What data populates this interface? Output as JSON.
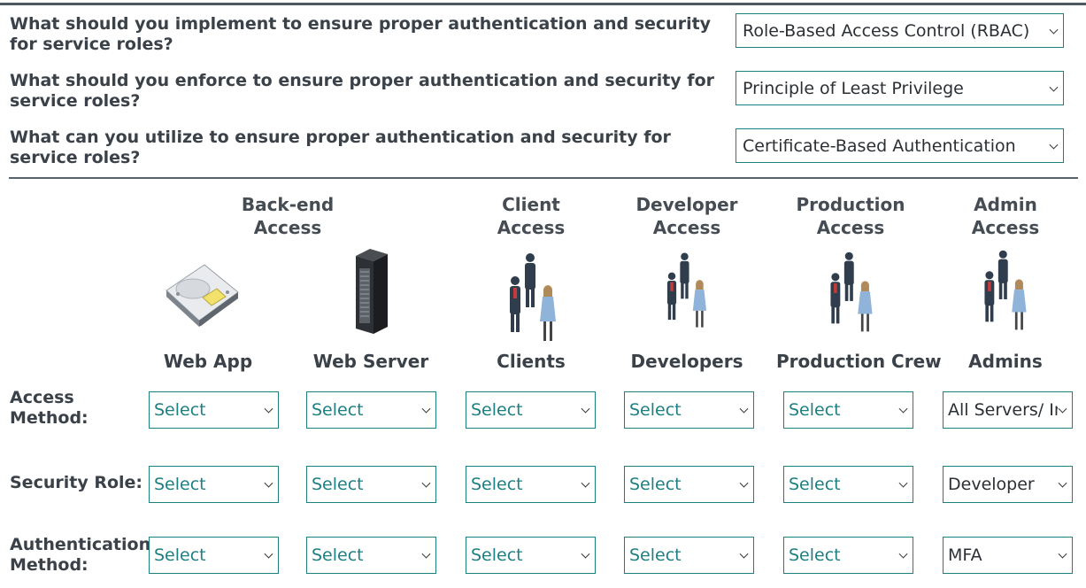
{
  "questions": [
    {
      "text": "What should you implement to ensure proper authentication and security for service roles?",
      "answer": "Role-Based Access Control (RBAC)"
    },
    {
      "text": "What should you enforce to ensure proper authentication and security for service roles?",
      "answer": "Principle of Least Privilege"
    },
    {
      "text": "What can you utilize to ensure proper authentication and security for service roles?",
      "answer": "Certificate-Based Authentication"
    }
  ],
  "column_headers": {
    "backend": "Back-end Access",
    "client": "Client Access",
    "developer": "Developer Access",
    "production": "Production Access",
    "admin": "Admin Access"
  },
  "items": {
    "web_app": "Web App",
    "web_server": "Web Server",
    "clients": "Clients",
    "developers": "Developers",
    "production_crew": "Production Crew",
    "admins": "Admins"
  },
  "row_labels": {
    "access_method": "Access Method:",
    "security_role": "Security Role:",
    "authentication_method": "Authentication Method:"
  },
  "grid": {
    "access_method": [
      "Select",
      "Select",
      "Select",
      "Select",
      "Select",
      "All Servers/ Ir"
    ],
    "security_role": [
      "Select",
      "Select",
      "Select",
      "Select",
      "Select",
      "Developer"
    ],
    "authentication_method": [
      "Select",
      "Select",
      "Select",
      "Select",
      "Select",
      "MFA"
    ]
  },
  "colors": {
    "accent": "#1d8080",
    "select_text": "#1e7f82",
    "heading_text": "#3a4148",
    "divider": "#59636b"
  },
  "icons": [
    "hard-drive-icon",
    "server-rack-icon",
    "people-group-icon"
  ]
}
